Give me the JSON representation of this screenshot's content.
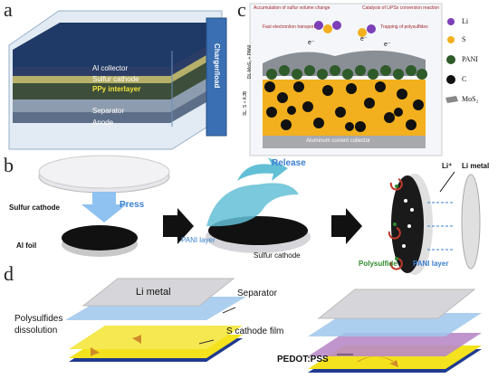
{
  "panel_a": {
    "letter": "a",
    "side_label": "Charger/load",
    "layers": [
      "Al collector",
      "Sulfur cathode",
      "PPy interlayer",
      "Separator",
      "Anode"
    ]
  },
  "panel_b": {
    "letter": "b",
    "press": "Press",
    "release": "Release",
    "sulfur_cathode_1": "Sulfur cathode",
    "al_foil": "Al foil",
    "pani_layer_1": "PANI layer",
    "sulfur_cathode_2": "Sulfur cathode",
    "li_plus": "Li⁺",
    "li_metal": "Li metal",
    "polysulfide": "Polysulfide",
    "pani_layer_2": "PANI layer"
  },
  "panel_c": {
    "letter": "c",
    "top_left": "Accumulation of sulfur volume change",
    "top_right": "Catalysis of LiPSs conversion reaction",
    "mid_left": "Fast electron/ion transport",
    "mid_right": "Trapping of polysulfides",
    "e_minus": "e⁻",
    "side_1": "DL-MoS₂ + PANI",
    "side_2": "SL: S + KJB",
    "collector": "Aluminum current collector",
    "legend": [
      {
        "label": "Li",
        "color": "#7b3fb8"
      },
      {
        "label": "S",
        "color": "#f2b01e"
      },
      {
        "label": "PANI",
        "color": "#2f5a2a"
      },
      {
        "label": "C",
        "color": "#111111"
      },
      {
        "label": "MoS₂",
        "color": "#888888"
      }
    ]
  },
  "panel_d": {
    "letter": "d",
    "li_metal": "Li metal",
    "separator": "Separator",
    "polysulfides": "Polysulfides",
    "dissolution": "dissolution",
    "s_cathode": "S cathode film",
    "pedot": "PEDOT:PSS"
  }
}
